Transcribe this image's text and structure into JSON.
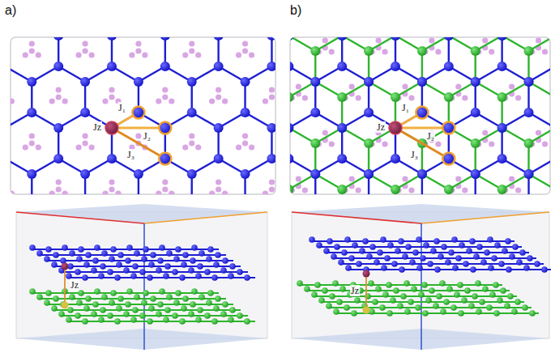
{
  "diagram": {
    "labels": [
      "a)",
      "b)",
      "Jz",
      "J₁",
      "J₂",
      "J₃",
      "Jz",
      "Jz",
      "J₁",
      "J₂",
      "J₃",
      "Jz"
    ]
  }
}
